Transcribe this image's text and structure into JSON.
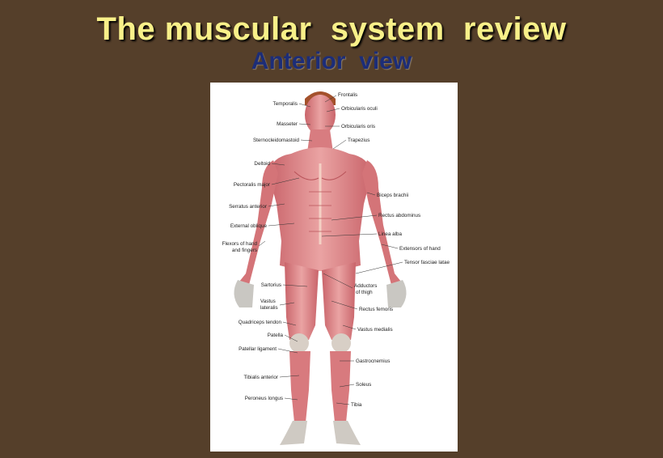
{
  "title": "The muscular  system  review",
  "subtitle": "Anterior  view",
  "diagram": {
    "labels": {
      "frontalis": "Frontalis",
      "temporalis": "Temporalis",
      "orbicularis_oculi": "Orbicularis oculi",
      "masseter": "Masseter",
      "orbicularis_oris": "Orbicularis oris",
      "sternocleidomastoid": "Sternocleidomastoid",
      "trapezius": "Trapezius",
      "deltoid": "Deltoid",
      "pectoralis_major": "Pectoralis major",
      "biceps_brachii": "Biceps brachii",
      "serratus_anterior": "Serratus anterior",
      "rectus_abdominus": "Rectus abdominus",
      "external_oblique": "External oblique",
      "linea_alba": "Linea alba",
      "flexors_line1": "Flexors of hand",
      "flexors_line2": "and fingers",
      "extensors_of_hand": "Extensors of hand",
      "tensor_fasciae_latae": "Tensor fasciae latae",
      "sartorius": "Sartorius",
      "adductors_line1": "Adductors",
      "adductors_line2": "of thigh",
      "vastus_lateralis_line1": "Vastus",
      "vastus_lateralis_line2": "lateralis",
      "rectus_femoris": "Rectus femoris",
      "quadriceps_tendon": "Quadriceps tendon",
      "vastus_medialis": "Vastus medialis",
      "patella": "Patella",
      "patellar_ligament": "Patellar ligament",
      "gastrocnemius": "Gastrocnemius",
      "tibialis_anterior": "Tibialis anterior",
      "soleus": "Soleus",
      "peroneus_longus": "Peroneus longus",
      "tibia": "Tibia"
    }
  }
}
